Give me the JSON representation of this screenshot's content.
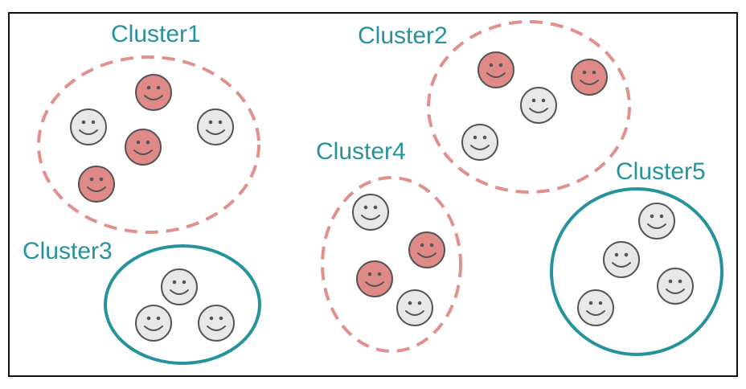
{
  "colors": {
    "dashed_border": "#E0918E",
    "solid_border": "#26939C",
    "label_text": "#26939C",
    "face_red": "#E08A88",
    "face_grey": "#E8E8E8",
    "frame": "#111111"
  },
  "clusters": [
    {
      "label": "Cluster1",
      "style": "dashed",
      "faces": [
        "red",
        "grey",
        "red",
        "grey",
        "red"
      ]
    },
    {
      "label": "Cluster2",
      "style": "dashed",
      "faces": [
        "red",
        "red",
        "grey",
        "grey"
      ]
    },
    {
      "label": "Cluster3",
      "style": "solid",
      "faces": [
        "grey",
        "grey",
        "grey"
      ]
    },
    {
      "label": "Cluster4",
      "style": "dashed",
      "faces": [
        "grey",
        "red",
        "red",
        "grey"
      ]
    },
    {
      "label": "Cluster5",
      "style": "solid",
      "faces": [
        "grey",
        "grey",
        "grey",
        "grey"
      ]
    }
  ]
}
